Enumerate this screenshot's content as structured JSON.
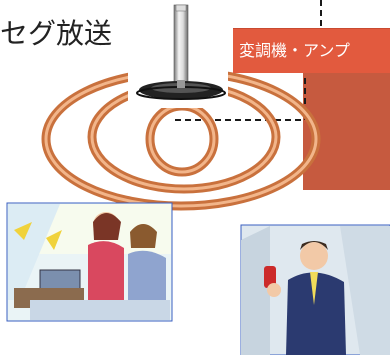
{
  "labels": {
    "broadcast": "セグ放送",
    "modulator_amp": "変調機・アンプ"
  },
  "colors": {
    "ring_outer": "#c9713d",
    "ring_inner": "#f2b58a",
    "modulator_box": "#e25a3e",
    "dashed_line": "#1a1a1a"
  },
  "icons": {
    "antenna": "antenna-icon",
    "office_scene": "office-people-illustration",
    "phone_walker": "businessman-phone-illustration"
  }
}
